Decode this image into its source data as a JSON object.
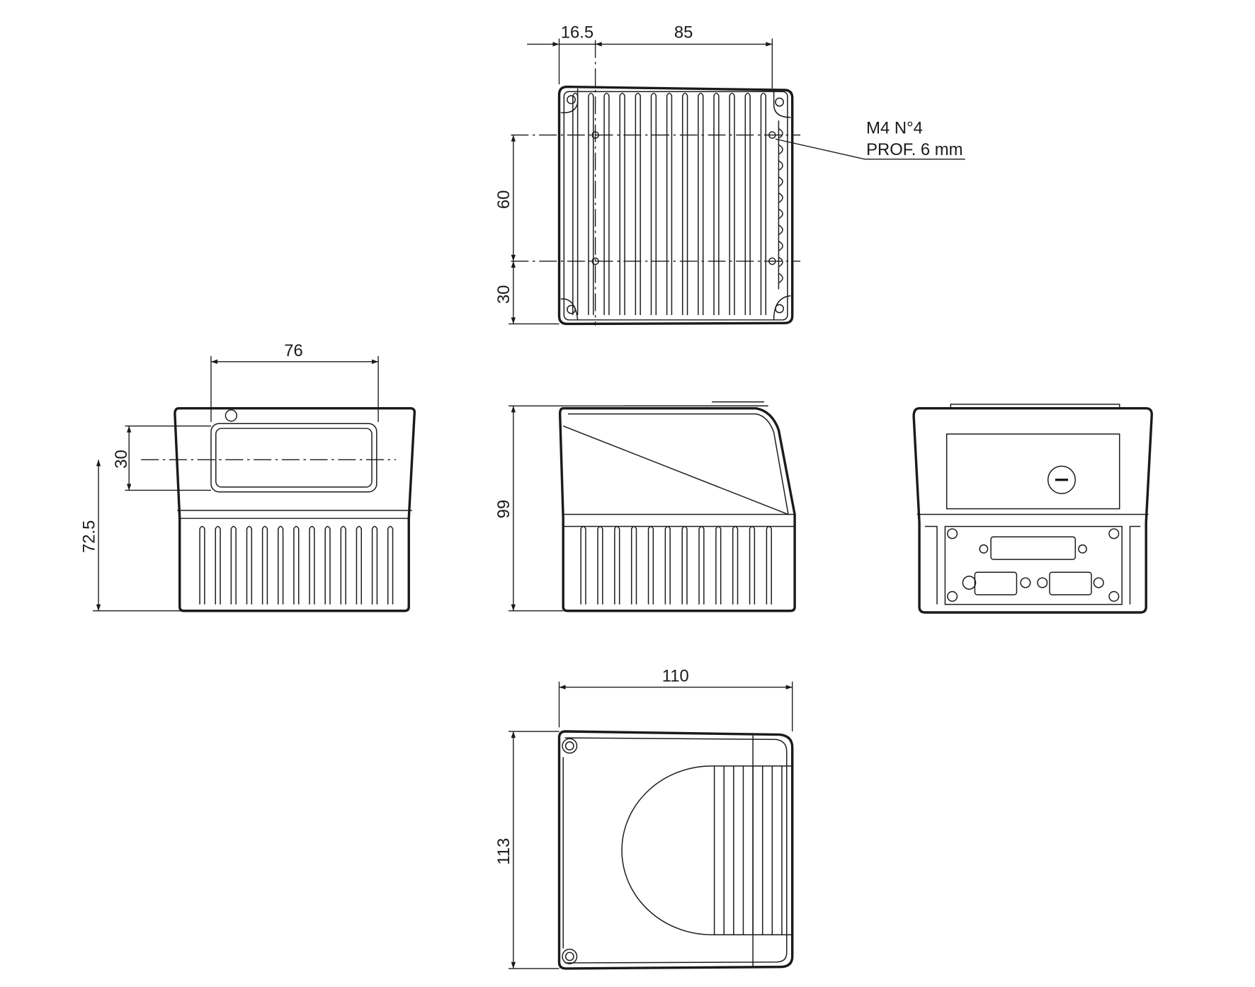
{
  "dimensions": {
    "top_offset": "16.5",
    "top_hole_spacing_x": "85",
    "top_hole_spacing_y": "60",
    "top_edge_to_hole": "30",
    "front_window_width": "76",
    "front_window_height": "30",
    "front_axis_height": "72.5",
    "side_height": "99",
    "bottom_width": "110",
    "bottom_depth": "113"
  },
  "annotation": {
    "thread": "M4 N°4",
    "depth": "PROF. 6 mm"
  },
  "colors": {
    "line": "#1a1a1a",
    "background": "#ffffff"
  }
}
